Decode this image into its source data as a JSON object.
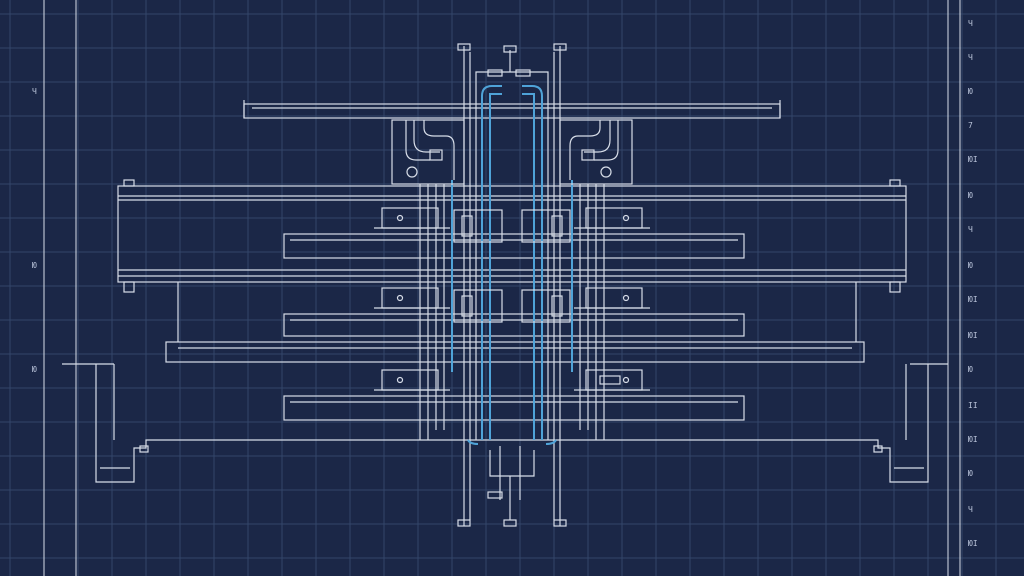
{
  "colors": {
    "background": "#1b2747",
    "grid": "#33456a",
    "line": "#d7dde8",
    "accent": "#4fa3d8"
  },
  "right_labels": [
    "Ч",
    "Ч",
    "Ю",
    "7",
    "ЮІ",
    "Ю",
    "Ч",
    "Ю",
    "ЮІ",
    "ЮІ",
    "Ю",
    "ІІ",
    "ЮІ",
    "Ю",
    "Ч",
    "ЮІ"
  ],
  "left_labels": [
    "Ч",
    "Ю",
    "Ю"
  ]
}
